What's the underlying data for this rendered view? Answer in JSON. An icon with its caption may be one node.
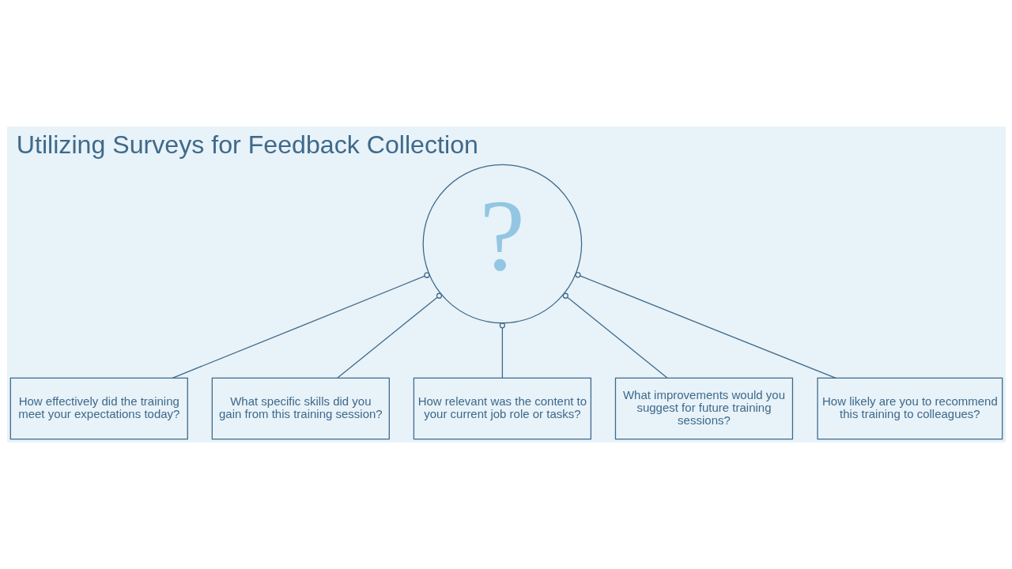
{
  "diagram": {
    "title": "Utilizing Surveys for Feedback Collection",
    "nodes": [
      {
        "text": [
          "?"
        ]
      },
      {
        "text": [
          "How effectively did the training meet your expectations today?"
        ]
      },
      {
        "text": [
          "How likely are you to recommend this training to colleagues?"
        ]
      },
      {
        "text": [
          "What specific skills did you gain from this training session?"
        ]
      },
      {
        "text": [
          "What improvements would you suggest for future training sessions?"
        ]
      },
      {
        "text": [
          "How relevant was the content to your current job role or tasks?"
        ]
      }
    ],
    "edges": [
      {
        "from": 0,
        "to": 1,
        "arrow": "other"
      },
      {
        "from": 0,
        "to": 2,
        "arrow": "other"
      },
      {
        "from": 0,
        "to": 3,
        "arrow": "other"
      },
      {
        "from": 0,
        "to": 4,
        "arrow": "other"
      },
      {
        "from": 0,
        "to": 5,
        "arrow": "other"
      }
    ]
  }
}
